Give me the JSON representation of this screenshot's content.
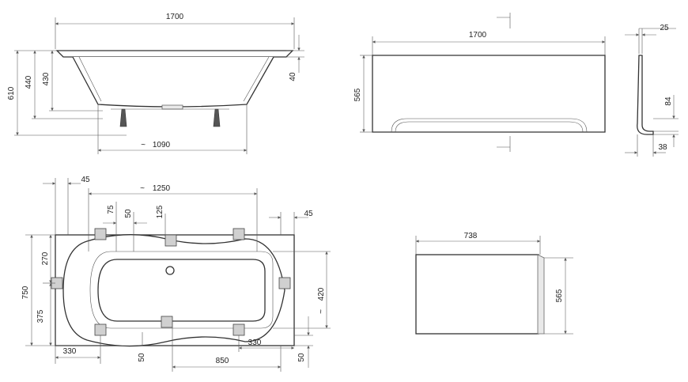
{
  "views": {
    "side": {
      "overall_length": "1700",
      "total_height": "610",
      "rim_to_floor": "440",
      "tub_depth": "430",
      "rim_thickness": "40",
      "leg_span": "1090"
    },
    "front_panel": {
      "length": "1700",
      "height": "565",
      "profile_top": "25",
      "profile_return": "84",
      "profile_base": "38"
    },
    "top": {
      "width_left_offset": "45",
      "inner_length": "1250",
      "leg_y1": "75",
      "leg_y2": "50",
      "drain_offset": "125",
      "width_right_offset": "45",
      "upper_offset": "270",
      "overall_width": "750",
      "half_width": "375",
      "inner_width": "420",
      "left_leg_offset": "330",
      "bottom_leg_y": "50",
      "leg_center_span": "850",
      "right_leg_offset": "330",
      "bottom_right_offset": "50"
    },
    "end_panel": {
      "length": "738",
      "height": "565"
    }
  },
  "approx_symbol": "~"
}
